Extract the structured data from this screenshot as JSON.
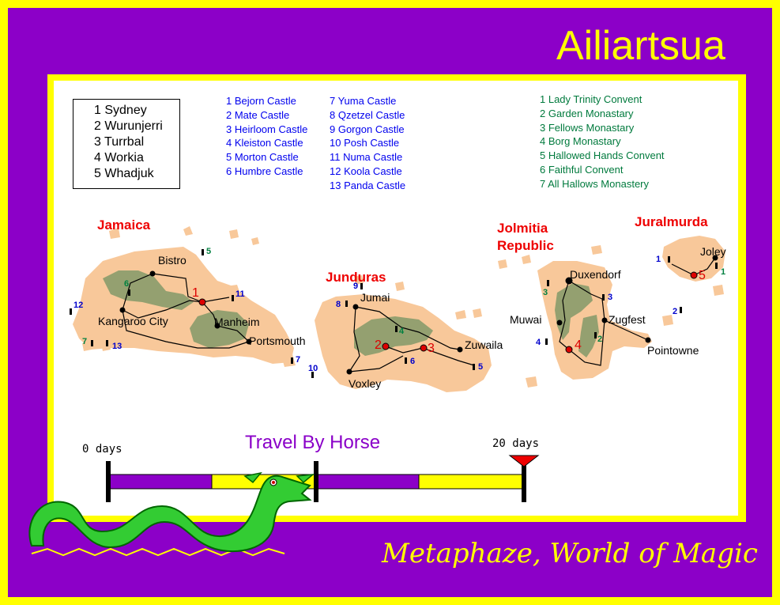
{
  "title": "Ailiartsua",
  "footer": "Metaphaze, World of Magic",
  "colors": {
    "border": "#ffff00",
    "frame": "#8c00c8",
    "land": "#f8c89a",
    "forest": "#94a070",
    "tribe": "#dd0000",
    "castle_numbers": "#0000cc",
    "holy_numbers": "#008040"
  },
  "tribes_legend": [
    "1 Sydney",
    "2 Wurunjerri",
    "3 Turrbal",
    "4 Workia",
    "5 Whadjuk"
  ],
  "castles_col1": [
    "1 Bejorn Castle",
    "2 Mate Castle",
    "3 Heirloom Castle",
    "4 Kleiston Castle",
    "5 Morton Castle",
    "6 Humbre Castle"
  ],
  "castles_col2": [
    "7 Yuma Castle",
    "8 Qzetzel Castle",
    "9 Gorgon Castle",
    "10 Posh Castle",
    "11 Numa Castle",
    "12 Koola Castle",
    "13 Panda Castle"
  ],
  "religious_sites": [
    "1 Lady Trinity Convent",
    "2 Garden Monastary",
    "3 Fellows Monastary",
    "4 Borg Monastary",
    "5 Hallowed Hands Convent",
    "6 Faithful Convent",
    "7 All Hallows Monastery"
  ],
  "regions": {
    "jamaica": "Jamaica",
    "junduras": "Junduras",
    "jolmitia_1": "Jolmitia",
    "jolmitia_2": "Republic",
    "juralmurda": "Juralmurda"
  },
  "cities": {
    "bistro": "Bistro",
    "kangaroo_city": "Kangaroo City",
    "manheim": "Manheim",
    "portsmouth": "Portsmouth",
    "jumai": "Jumai",
    "voxley": "Voxley",
    "zuwaila": "Zuwaila",
    "duxendorf": "Duxendorf",
    "muwai": "Muwai",
    "zugfest": "Zugfest",
    "pointowne": "Pointowne",
    "joley": "Joley"
  },
  "tribe_markers": {
    "t1": "1",
    "t2": "2",
    "t3": "3",
    "t4": "4",
    "t5": "5"
  },
  "castle_markers": {
    "c1": "1",
    "c2": "2",
    "c3": "3",
    "c4": "4",
    "c5a": "5",
    "c5b": "5",
    "c6": "6",
    "c7a": "7",
    "c7b": "7",
    "c8": "8",
    "c9": "9",
    "c10": "10",
    "c11": "11",
    "c12": "12",
    "c13": "13"
  },
  "holy_markers": {
    "h1": "1",
    "h2": "2",
    "h3": "3",
    "h4": "4",
    "h6": "6"
  },
  "scale": {
    "label_start": "0 days",
    "label_end": "20 days",
    "title": "Travel By Horse"
  }
}
